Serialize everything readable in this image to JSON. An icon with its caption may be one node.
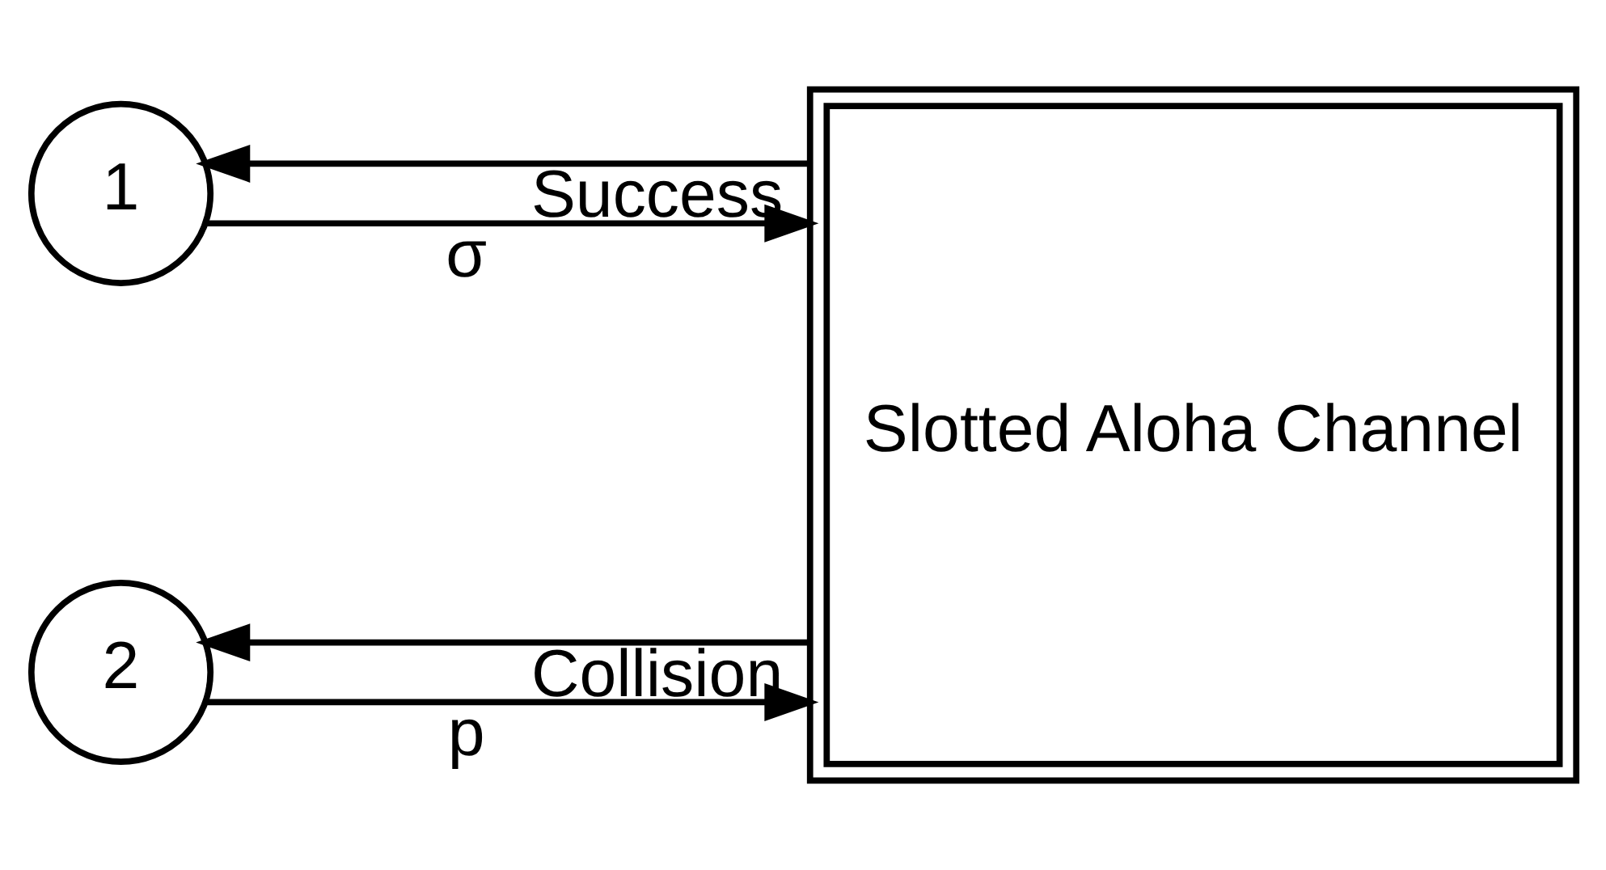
{
  "diagram": {
    "nodes": [
      {
        "text": [
          "1"
        ]
      },
      {
        "text": [
          "2"
        ]
      },
      {
        "text": [
          "Slotted Aloha Channel"
        ]
      }
    ],
    "edges": [
      {
        "from": 0,
        "to": 2,
        "arrow": "to",
        "label": "σ"
      },
      {
        "from": 1,
        "to": 2,
        "arrow": "to",
        "label": "p"
      },
      {
        "from": 2,
        "to": 0,
        "arrow": "to",
        "label": "Success"
      },
      {
        "from": 2,
        "to": 1,
        "arrow": "to",
        "label": "Collision"
      }
    ]
  }
}
